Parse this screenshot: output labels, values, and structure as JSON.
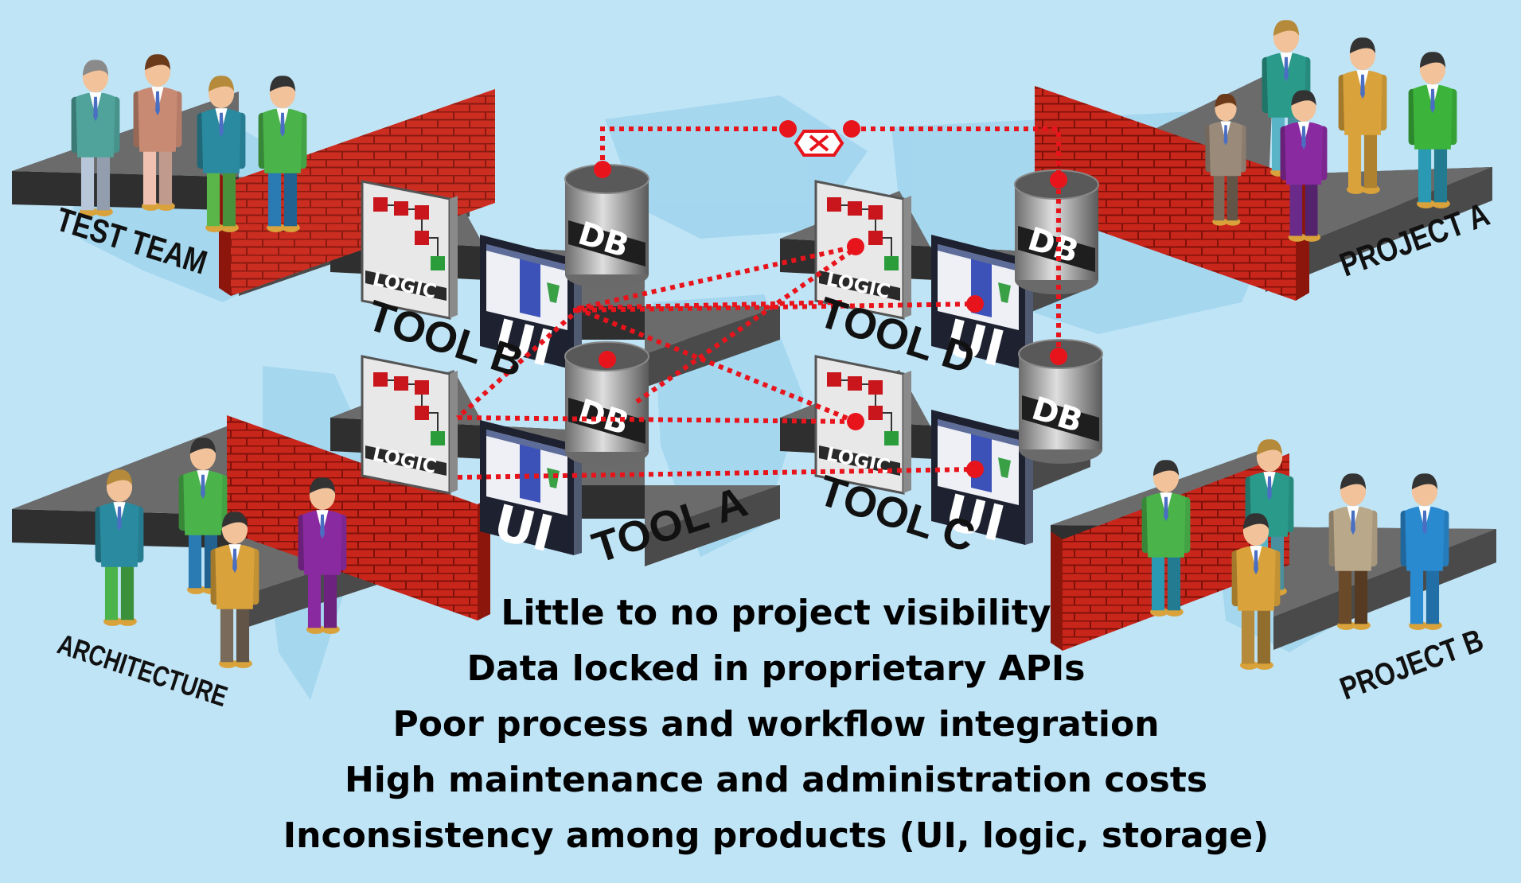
{
  "teams": {
    "test_team": "TEST TEAM",
    "project_a": "PROJECT A",
    "architecture": "ARCHITECTURE",
    "project_b": "PROJECT B"
  },
  "tools": {
    "tool_b": "TOOL B",
    "tool_d": "TOOL D",
    "tool_a": "TOOL A",
    "tool_c": "TOOL C"
  },
  "components": {
    "logic": "LOGIC",
    "db": "DB",
    "ui": "UI"
  },
  "problems": [
    "Little to no project visibility",
    "Data locked in proprietary APIs",
    "Poor process and workflow integration",
    "High maintenance and administration costs",
    "Inconsistency among products (UI, logic, storage)"
  ],
  "colors": {
    "connector": "#e8141c",
    "wall": "#c8281c",
    "platform_top": "#6b6b6b",
    "background": "#bfe4f6"
  },
  "icons": [
    "broken-link-icon",
    "person-icon",
    "database-icon",
    "monitor-icon",
    "flowchart-icon"
  ]
}
